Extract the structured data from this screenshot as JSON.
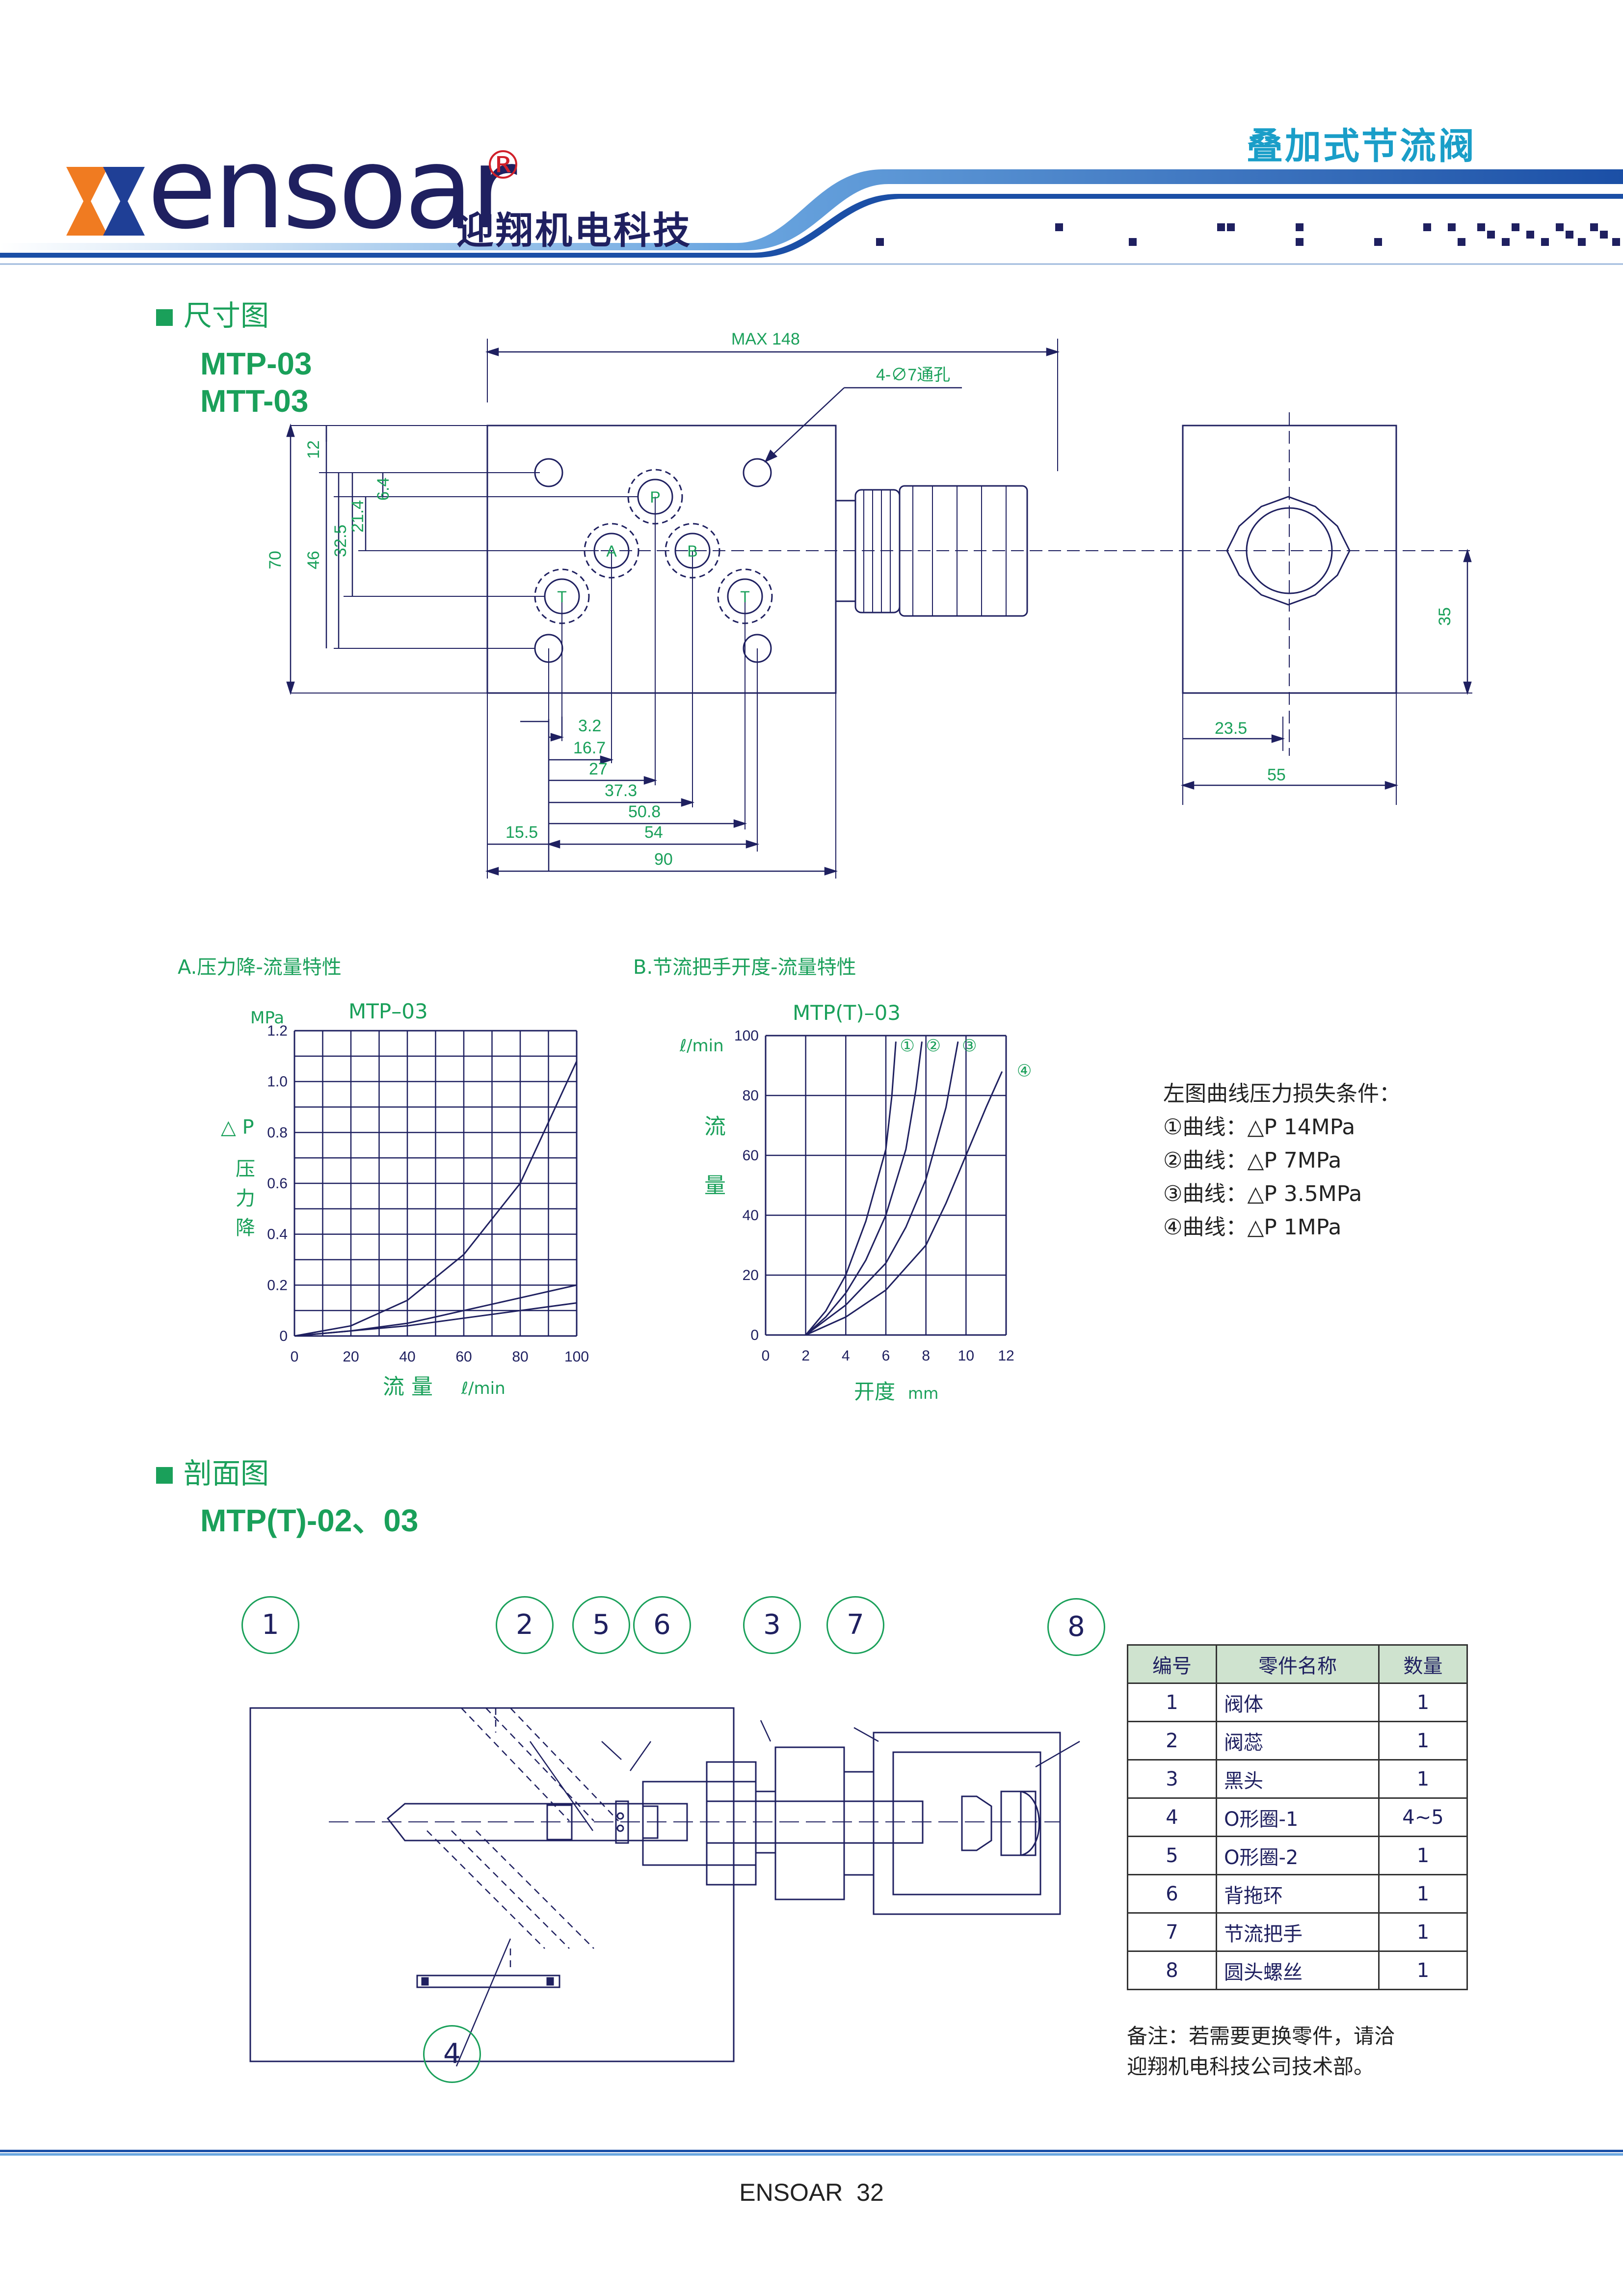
{
  "header": {
    "brand": "ensoar",
    "registered": "®",
    "brand_cn": "迎翔机电科技",
    "page_title": "叠加式节流阀"
  },
  "section_dim": {
    "title": "尺寸图",
    "models": [
      "MTP-03",
      "MTT-03"
    ],
    "dims": {
      "max148": "MAX 148",
      "hole": "4-∅7通孔",
      "d12": "12",
      "d6_4": "6.4",
      "d21_4": "21.4",
      "d32_5": "32.5",
      "d46": "46",
      "d70": "70",
      "d3_2": "3.2",
      "d16_7": "16.7",
      "d27": "27",
      "d37_3": "37.3",
      "d50_8": "50.8",
      "d15_5": "15.5",
      "d54": "54",
      "d90": "90",
      "d35": "35",
      "d23_5": "23.5",
      "d55": "55"
    },
    "ports": [
      "P",
      "A",
      "B",
      "T",
      "T"
    ]
  },
  "charts": {
    "a_title": "A.压力降-流量特性",
    "b_title": "B.节流把手开度-流量特性"
  },
  "chart_data": [
    {
      "type": "line",
      "title": "MTP–03",
      "ylabel_unit": "MPa",
      "ylabel": "△ P 压力降",
      "xlabel": "流 量",
      "xunit": "ℓ/min",
      "xlim": [
        0,
        100
      ],
      "ylim": [
        0,
        1.2
      ],
      "xticks": [
        "0",
        "20",
        "40",
        "60",
        "80",
        "100"
      ],
      "yticks": [
        "0",
        "0.2",
        "0.4",
        "0.6",
        "0.8",
        "1.0",
        "1.2"
      ],
      "series": [
        {
          "x": [
            0,
            20,
            40,
            60,
            80,
            100
          ],
          "y": [
            0,
            0.04,
            0.14,
            0.32,
            0.6,
            1.08
          ]
        },
        {
          "x": [
            0,
            20,
            40,
            60,
            80,
            100
          ],
          "y": [
            0,
            0.02,
            0.05,
            0.1,
            0.15,
            0.2
          ]
        },
        {
          "x": [
            0,
            20,
            40,
            60,
            80,
            100
          ],
          "y": [
            0,
            0.02,
            0.04,
            0.07,
            0.1,
            0.13
          ]
        }
      ]
    },
    {
      "type": "line",
      "title": "MTP(T)–03",
      "ylabel_unit": "ℓ/min",
      "ylabel": "流 量",
      "xlabel": "开度",
      "xunit": "mm",
      "xlim": [
        0,
        12
      ],
      "ylim": [
        0,
        100
      ],
      "xticks": [
        "0",
        "2",
        "4",
        "6",
        "8",
        "10",
        "12"
      ],
      "yticks": [
        "0",
        "20",
        "40",
        "60",
        "80",
        "100"
      ],
      "series": [
        {
          "name": "①",
          "x": [
            2,
            3,
            4,
            5,
            6,
            6.3,
            6.5
          ],
          "y": [
            0,
            8,
            20,
            38,
            62,
            80,
            98
          ]
        },
        {
          "name": "②",
          "x": [
            2,
            3,
            4,
            5,
            6,
            7,
            7.5,
            7.8
          ],
          "y": [
            0,
            6,
            14,
            25,
            40,
            62,
            82,
            98
          ]
        },
        {
          "name": "③",
          "x": [
            2,
            4,
            6,
            7,
            8,
            9,
            9.6
          ],
          "y": [
            0,
            10,
            24,
            36,
            52,
            76,
            98
          ]
        },
        {
          "name": "④",
          "x": [
            2,
            4,
            6,
            8,
            9,
            10,
            11,
            11.8
          ],
          "y": [
            0,
            6,
            15,
            30,
            44,
            60,
            76,
            88
          ]
        }
      ]
    }
  ],
  "loss_conditions": {
    "title": "左图曲线压力损失条件：",
    "items": [
      "①曲线：△P  14MPa",
      "②曲线：△P  7MPa",
      "③曲线：△P  3.5MPa",
      "④曲线：△P  1MPa"
    ]
  },
  "section_cut": {
    "title": "剖面图",
    "model": "MTP(T)-02、03",
    "callouts": [
      "1",
      "2",
      "5",
      "6",
      "3",
      "7",
      "8",
      "4"
    ]
  },
  "parts_table": {
    "headers": [
      "编号",
      "零件名称",
      "数量"
    ],
    "rows": [
      [
        "1",
        "阀体",
        "1"
      ],
      [
        "2",
        "阀蕊",
        "1"
      ],
      [
        "3",
        "黑头",
        "1"
      ],
      [
        "4",
        "O形圈-1",
        "4~5"
      ],
      [
        "5",
        "O形圈-2",
        "1"
      ],
      [
        "6",
        "背拖环",
        "1"
      ],
      [
        "7",
        "节流把手",
        "1"
      ],
      [
        "8",
        "圆头螺丝",
        "1"
      ]
    ]
  },
  "note": {
    "line1": "备注：若需要更换零件，请洽",
    "line2": "迎翔机电科技公司技术部。"
  },
  "footer": {
    "text": "ENSOAR  32"
  }
}
